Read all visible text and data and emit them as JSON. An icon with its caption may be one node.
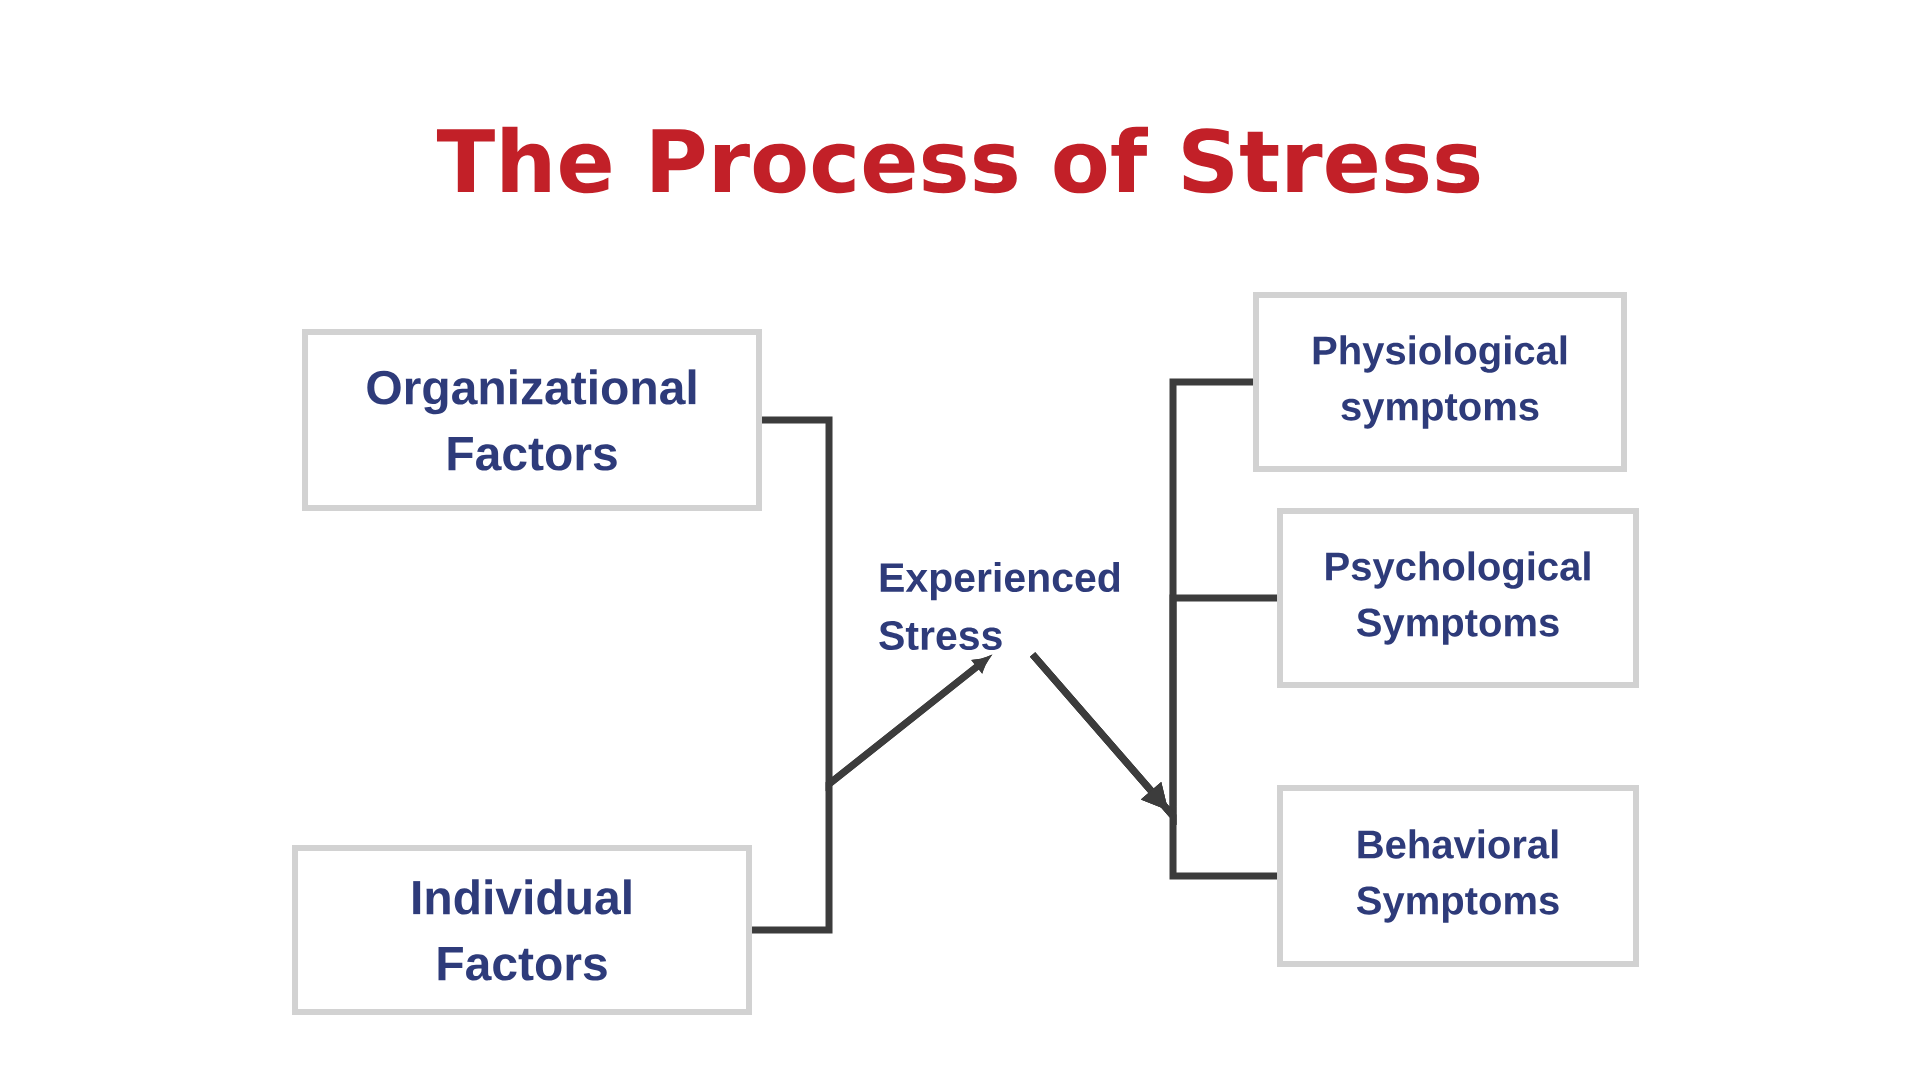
{
  "diagram": {
    "title": "The Process of Stress",
    "nodes": [
      {
        "text": [
          "Organizational Factors"
        ]
      },
      {
        "text": [
          "Individual Factors"
        ]
      },
      {
        "text": [
          "Experienced Stress"
        ]
      },
      {
        "text": [
          "Physiological symptoms"
        ]
      },
      {
        "text": [
          "Psychological Symptoms"
        ]
      },
      {
        "text": [
          "Behavioral Symptoms"
        ]
      }
    ],
    "edges": [
      {
        "from": 0,
        "to": 2,
        "arrow": "to"
      },
      {
        "from": 1,
        "to": 2,
        "arrow": "to"
      },
      {
        "from": 2,
        "to": 3,
        "arrow": "to"
      },
      {
        "from": 2,
        "to": 4,
        "arrow": "to"
      },
      {
        "from": 2,
        "to": 5,
        "arrow": "to"
      }
    ]
  }
}
